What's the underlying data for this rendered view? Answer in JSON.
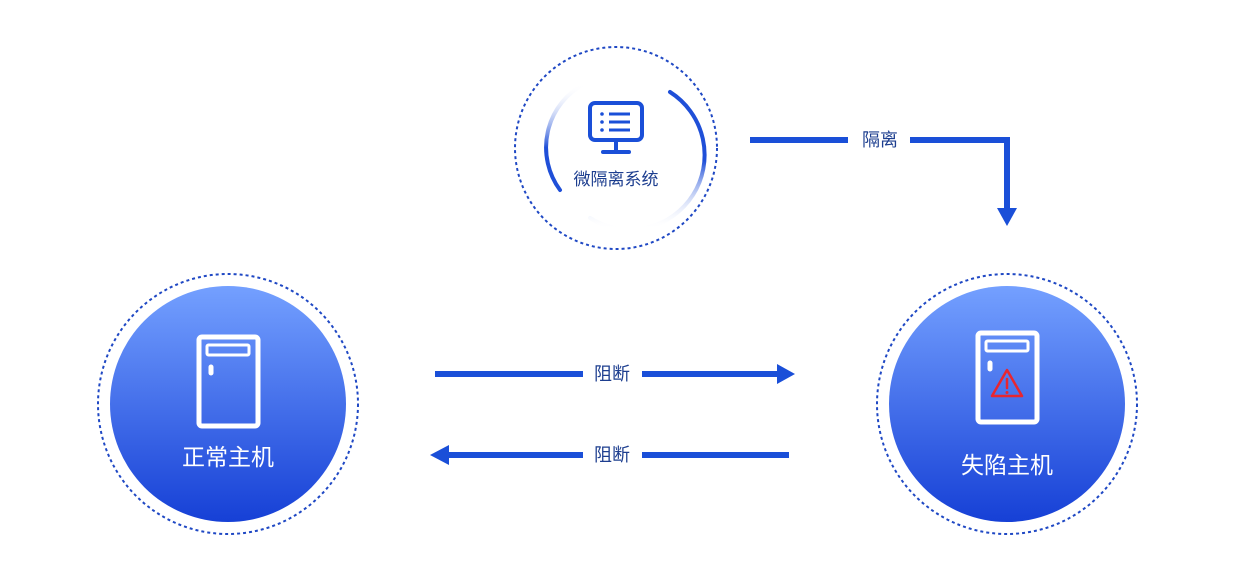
{
  "nodes": {
    "micro_isolation": {
      "label": "微隔离系统",
      "icon": "monitor-list-icon"
    },
    "normal_host": {
      "label": "正常主机",
      "icon": "server-icon"
    },
    "compromised_host": {
      "label": "失陷主机",
      "icon": "server-warning-icon",
      "warning_color": "#e8262f"
    }
  },
  "edges": {
    "isolate": {
      "label": "隔离"
    },
    "block_forward": {
      "label": "阻断"
    },
    "block_back": {
      "label": "阻断"
    }
  },
  "colors": {
    "primary": "#1a4fd8",
    "circle_top": "#6e9cff",
    "circle_bottom": "#1540d8",
    "dash": "#1f48c4",
    "text_dark": "#1d3e8f"
  }
}
